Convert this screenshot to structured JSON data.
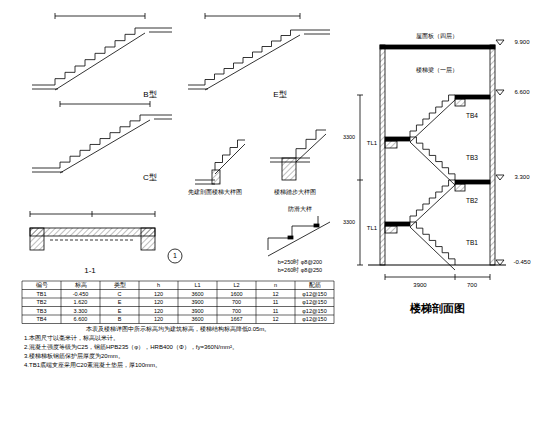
{
  "diagram": {
    "title": "楼梯剖面图",
    "labels": [
      "B型",
      "E型",
      "C型",
      "先建剖面楼梯大样图",
      "楼梯踏步大样图",
      "1-1",
      "1",
      "防滑大样",
      "b=250时 φ8@200",
      "b=260时 φ8@250",
      "TB4",
      "TB3",
      "TB2",
      "TB1",
      "TL1",
      "TL1",
      "楼梯梁（一层）",
      "屋面板（四层）",
      "3300",
      "3300",
      "3900",
      "700",
      "-0.450",
      "3.300",
      "6.600",
      "9.900",
      "编号",
      "标高",
      "类型",
      "h",
      "L1",
      "L2",
      "n",
      "配筋",
      "TB1",
      "-0.450",
      "C",
      "120",
      "3600",
      "1600",
      "12",
      "φ12@150",
      "TB2",
      "1.620",
      "E",
      "120",
      "3900",
      "700",
      "11",
      "φ12@150",
      "TB3",
      "3.300",
      "E",
      "120",
      "3900",
      "700",
      "11",
      "φ12@150",
      "TB4",
      "6.600",
      "B",
      "120",
      "3600",
      "1667",
      "12",
      "φ12@150",
      "本表及楼梯详图中所示标高均为建筑标高，楼梯结构标高降低0.05m。",
      "1.本图尺寸以毫米计，标高以米计。",
      "2.混凝土强度等级为C25，钢筋HPB235（φ），HRB400（Φ），fy=360N/mm²。",
      "3.楼梯梯板钢筋保护层厚度为20mm。",
      "4.TB1底端支座采用C20素混凝土垫层，厚100mm。"
    ]
  }
}
